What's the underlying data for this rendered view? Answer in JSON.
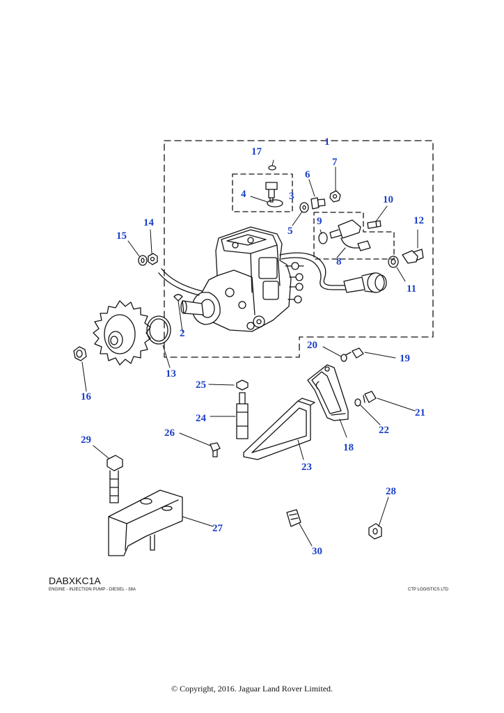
{
  "diagram": {
    "code": "DABXKC1A",
    "caption": "ENGINE - INJECTION PUMP - DIESEL - 38A",
    "supplier": "CTP LOGISTICS LTD",
    "copyright": "© Copyright, 2016. Jaguar Land Rover Limited.",
    "callout_color": "#1a3fc8",
    "line_color": "#111111",
    "callouts": [
      "1",
      "2",
      "3",
      "4",
      "5",
      "6",
      "7",
      "8",
      "9",
      "10",
      "11",
      "12",
      "13",
      "14",
      "15",
      "16",
      "17",
      "18",
      "19",
      "20",
      "21",
      "22",
      "23",
      "24",
      "25",
      "26",
      "27",
      "28",
      "29",
      "30"
    ]
  }
}
